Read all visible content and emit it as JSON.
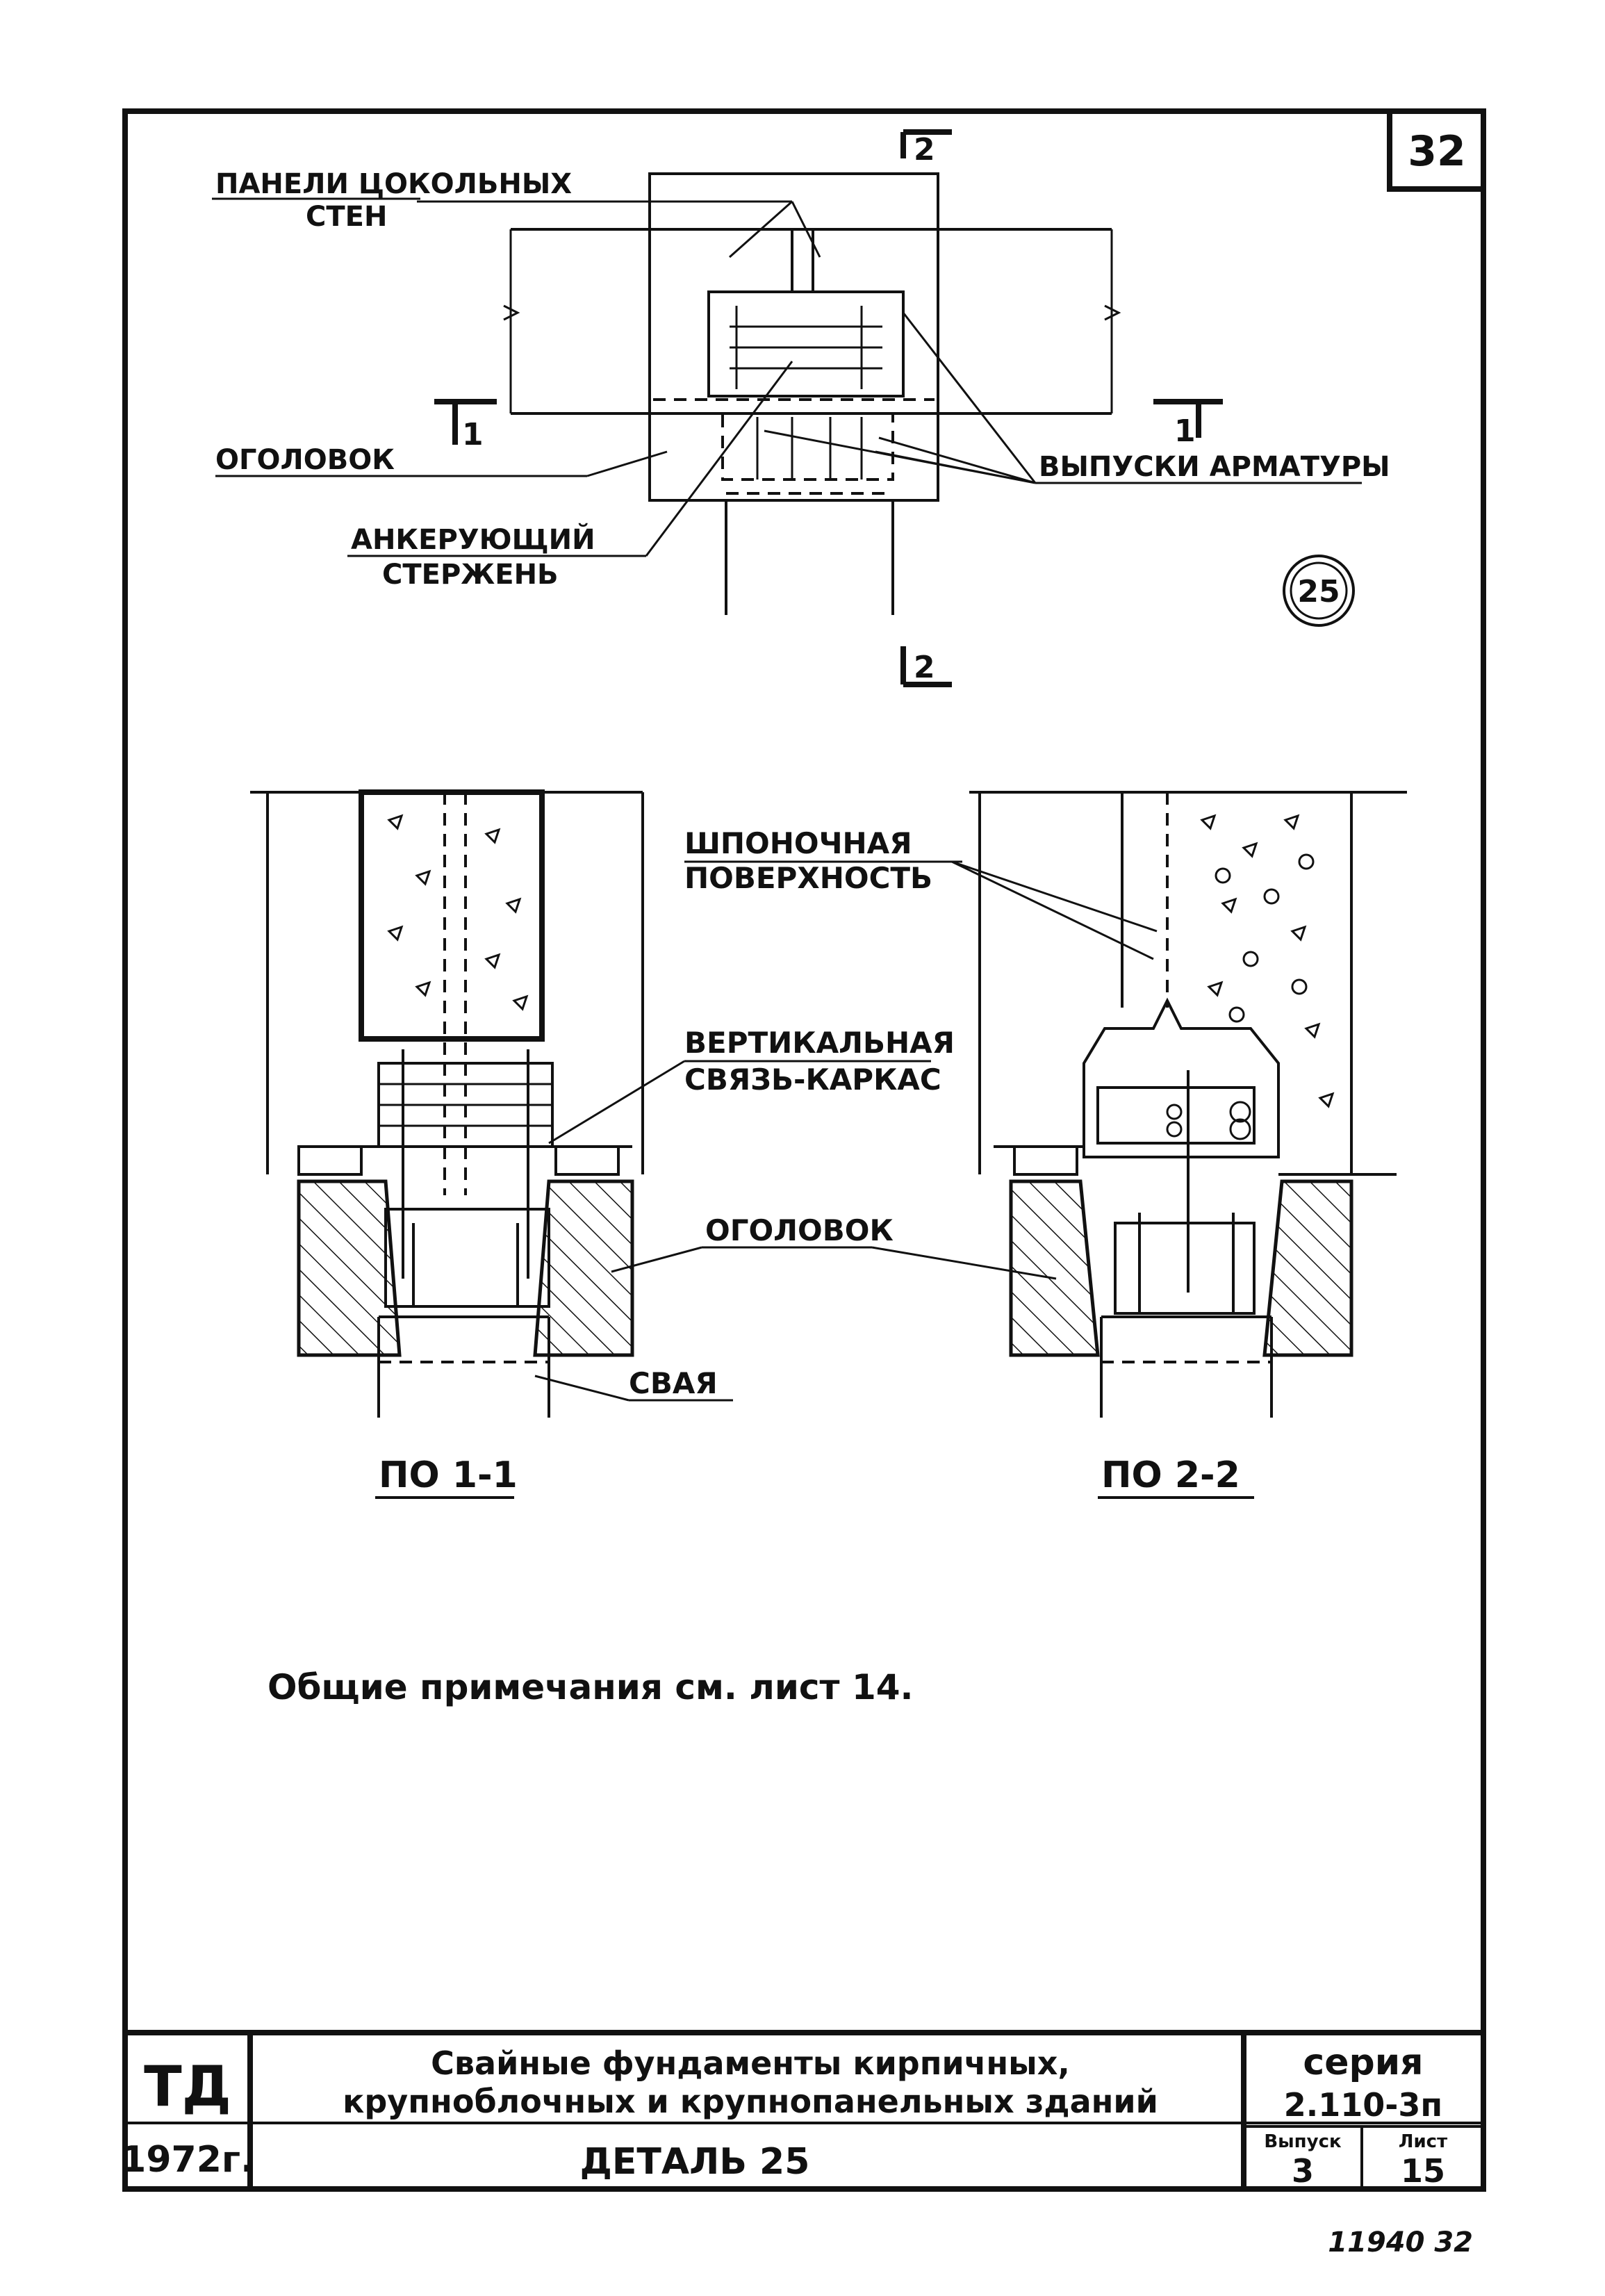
{
  "sheet_number": "32",
  "detail_callout": "25",
  "plan": {
    "labels": {
      "wall_panels_line1": "ПАНЕЛИ ЦОКОЛЬНЫХ",
      "wall_panels_line2": "СТЕН",
      "pile_cap": "ОГОЛОВОК",
      "anchor_rod_line1": "АНКЕРУЮЩИЙ",
      "anchor_rod_line2": "СТЕРЖЕНЬ",
      "rebar_outlets": "ВЫПУСКИ АРМАТУРЫ"
    },
    "section_marks": {
      "top_2": "2",
      "bottom_2": "2",
      "left_1": "1",
      "right_1": "1"
    }
  },
  "sections": {
    "labels": {
      "key_surface_line1": "ШПОНОЧНАЯ",
      "key_surface_line2": "ПОВЕРХНОСТЬ",
      "vertical_tie_line1": "ВЕРТИКАЛЬНАЯ",
      "vertical_tie_line2": "СВЯЗЬ-КАРКАС",
      "pile_cap": "ОГОЛОВОК",
      "pile": "СВАЯ"
    },
    "titles": {
      "section_1": "ПО 1-1",
      "section_2": "ПО 2-2"
    }
  },
  "note": "Общие примечания см. лист 14.",
  "title_block": {
    "org": "ТД",
    "year": "1972г.",
    "title_line1": "Свайные фундаменты кирпичных,",
    "title_line2": "крупноблочных и крупнопанельных зданий",
    "detail": "ДЕТАЛЬ 25",
    "series_label": "серия",
    "series_value": "2.110-3п",
    "issue_label": "Выпуск",
    "issue_value": "3",
    "sheet_label": "Лист",
    "sheet_value": "15"
  },
  "footer_code": "11940  32"
}
